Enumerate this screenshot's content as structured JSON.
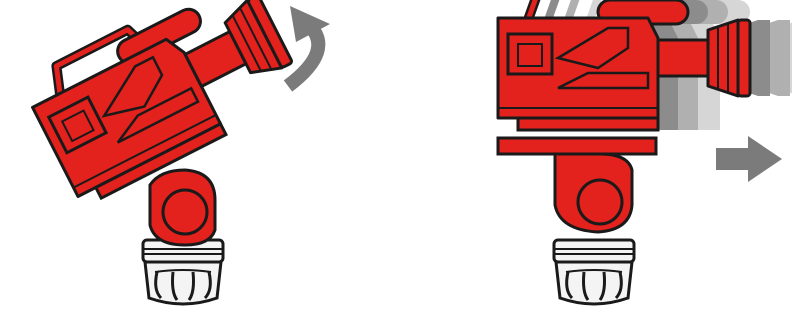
{
  "colors": {
    "body_red": "#e3211d",
    "outline": "#1a1a1a",
    "motion_grey": "#7b7b7b",
    "ghost_grey_dark": "#8c8c8c",
    "ghost_grey_light": "#c4c4c4",
    "base_white": "#f4f4f4"
  },
  "panels": [
    {
      "id": "tilt",
      "motion": "tilt",
      "indicator_icon": "curved-arrow-icon"
    },
    {
      "id": "pan",
      "motion": "pan",
      "indicator_icon": "right-arrow-icon"
    }
  ]
}
